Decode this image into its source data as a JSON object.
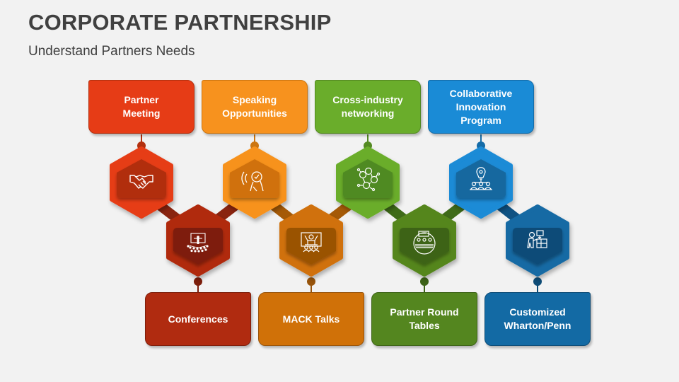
{
  "header": {
    "title": "CORPORATE PARTNERSHIP",
    "subtitle": "Understand Partners Needs"
  },
  "top_items": [
    {
      "label": "Partner\nMeeting",
      "icon": "handshake-icon",
      "color": "#e63c16",
      "dark": "#b12d10",
      "border": "#b3300f"
    },
    {
      "label": "Speaking\nOpportunities",
      "icon": "speaker-icon",
      "color": "#f7921e",
      "dark": "#d07108",
      "border": "#cc7611"
    },
    {
      "label": "Cross-industry\nnetworking",
      "icon": "network-icon",
      "color": "#6aad2b",
      "dark": "#4f8a22",
      "border": "#548a22"
    },
    {
      "label": "Collaborative\nInnovation\nProgram",
      "icon": "innovation-team-icon",
      "color": "#1a8bd6",
      "dark": "#13689f",
      "border": "#156ca8"
    }
  ],
  "bottom_items": [
    {
      "label": "Conferences",
      "icon": "conference-icon",
      "color": "#b02b10",
      "dark": "#7e1d0a",
      "border": "#7d1e0b"
    },
    {
      "label": "MACK Talks",
      "icon": "presentation-icon",
      "color": "#d07108",
      "dark": "#9a5306",
      "border": "#98540b"
    },
    {
      "label": "Partner Round\nTables",
      "icon": "round-table-icon",
      "color": "#54861f",
      "dark": "#3c6418",
      "border": "#3d6317"
    },
    {
      "label": "Customized\nWharton/Penn",
      "icon": "puzzle-person-icon",
      "color": "#136aa4",
      "dark": "#0e4c78",
      "border": "#0d4c77"
    }
  ]
}
